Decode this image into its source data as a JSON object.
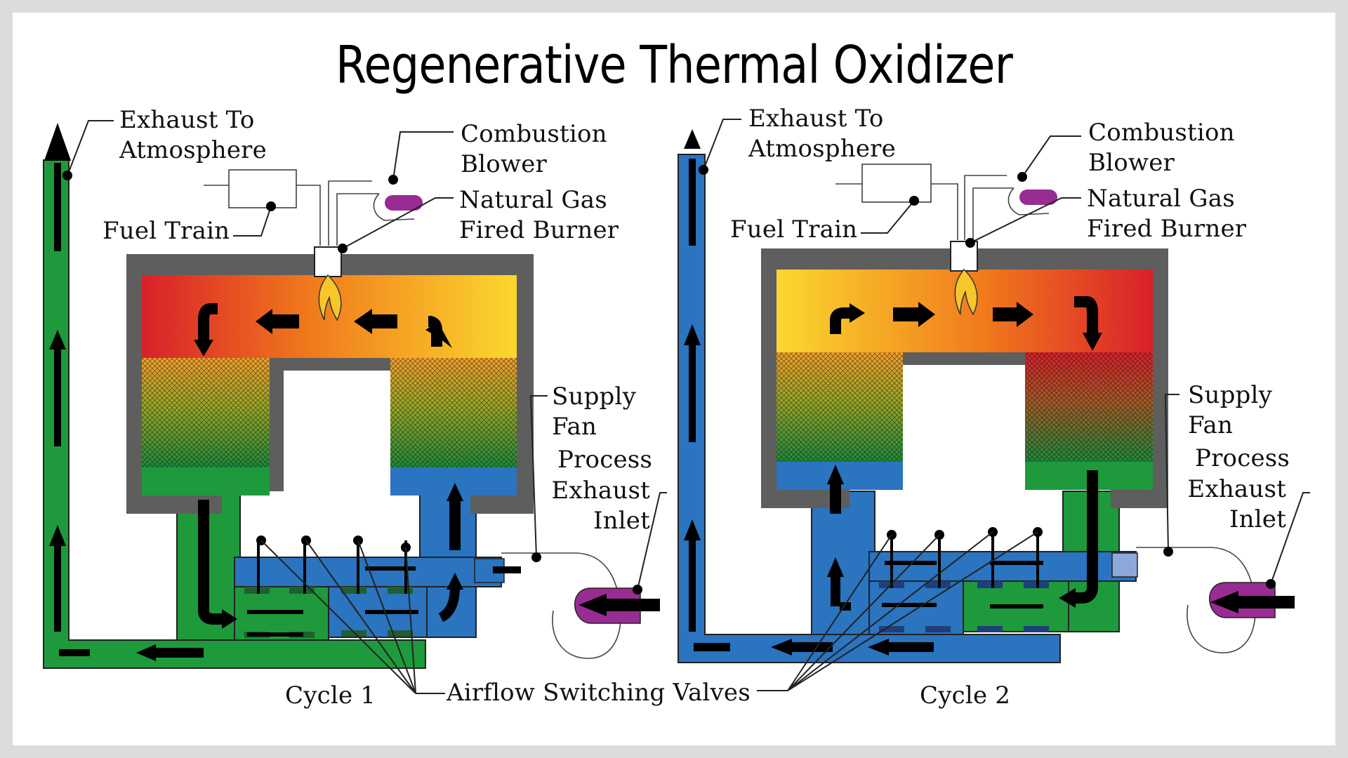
{
  "title": "Regenerative Thermal Oxidizer",
  "colors": {
    "green": "#1e9a3c",
    "blue": "#2a74c0",
    "gray": "#5e5e5e",
    "red": "#d9202a",
    "orange": "#f07a1c",
    "yellow": "#fbd82e",
    "purple": "#992c92",
    "flame": "#f7c72a"
  },
  "cycle1": {
    "exhaust": "Exhaust To\nAtmosphere",
    "blower": "Combustion\nBlower",
    "burner": "Natural Gas\nFired Burner",
    "fuel": "Fuel Train",
    "fan": "Supply\nFan",
    "process_a": "Process",
    "process_b": "Exhaust\nInlet",
    "cycle": "Cycle 1"
  },
  "cycle2": {
    "exhaust": "Exhaust To\nAtmosphere",
    "blower": "Combustion\nBlower",
    "burner": "Natural Gas\nFired Burner",
    "fuel": "Fuel Train",
    "fan": "Supply\nFan",
    "process_a": "Process",
    "process_b": "Exhaust\nInlet",
    "cycle": "Cycle 2"
  },
  "valves_label": "Airflow Switching Valves"
}
